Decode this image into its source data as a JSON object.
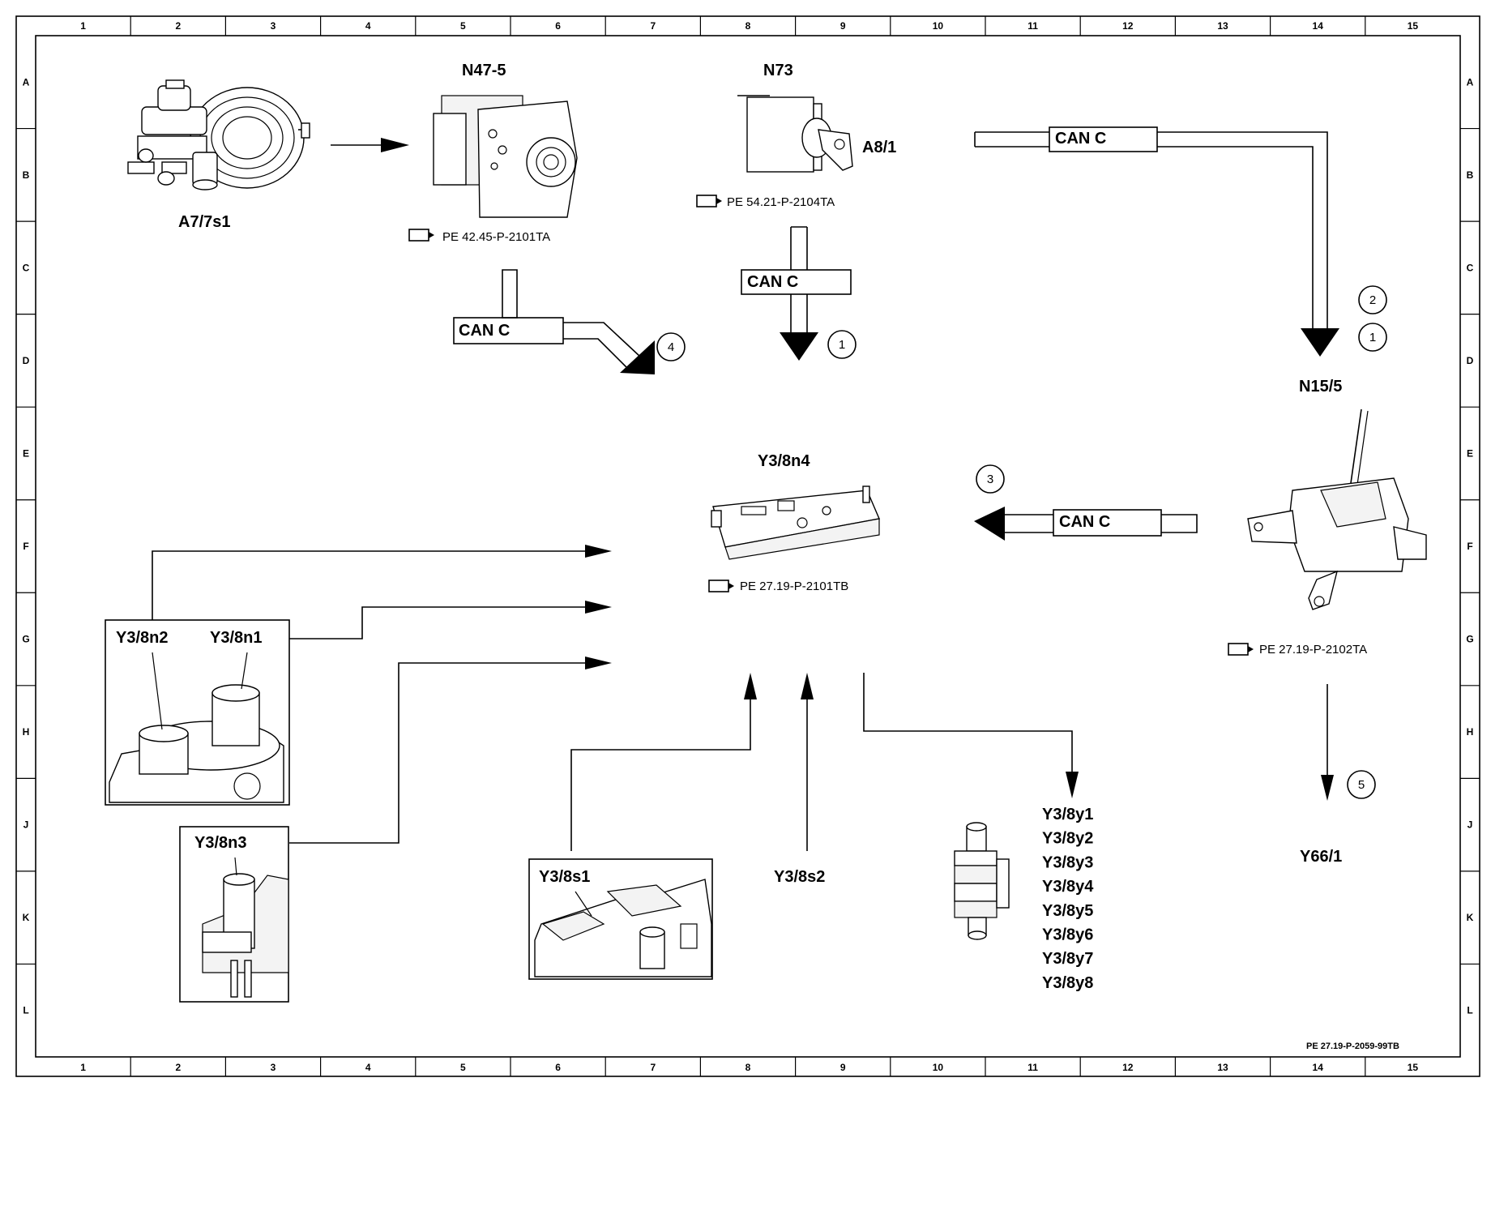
{
  "grid": {
    "columns": [
      "1",
      "2",
      "3",
      "4",
      "5",
      "6",
      "7",
      "8",
      "9",
      "10",
      "11",
      "12",
      "13",
      "14",
      "15"
    ],
    "rows": [
      "A",
      "B",
      "C",
      "D",
      "E",
      "F",
      "G",
      "H",
      "J",
      "K",
      "L"
    ]
  },
  "components": {
    "a7_7s1": "A7/7s1",
    "n47_5": "N47-5",
    "n73": "N73",
    "a8_1": "A8/1",
    "n15_5": "N15/5",
    "y3_8n4": "Y3/8n4",
    "y3_8n2": "Y3/8n2",
    "y3_8n1": "Y3/8n1",
    "y3_8n3": "Y3/8n3",
    "y3_8s1": "Y3/8s1",
    "y3_8s2": "Y3/8s2",
    "y66_1": "Y66/1",
    "solenoids": [
      "Y3/8y1",
      "Y3/8y2",
      "Y3/8y3",
      "Y3/8y4",
      "Y3/8y5",
      "Y3/8y6",
      "Y3/8y7",
      "Y3/8y8"
    ]
  },
  "references": {
    "n47_5": "PE 42.45-P-2101TA",
    "n73": "PE 54.21-P-2104TA",
    "y3_8n4": "PE 27.19-P-2101TB",
    "n15_5": "PE 27.19-P-2102TA"
  },
  "bus_labels": {
    "can_top_right": "CAN C",
    "can_n73": "CAN C",
    "can_n47": "CAN C",
    "can_n15": "CAN C"
  },
  "markers": {
    "m1_center": "1",
    "m4": "4",
    "m2": "2",
    "m1_right": "1",
    "m3": "3",
    "m5": "5"
  },
  "footer": {
    "doc_code": "PE 27.19-P-2059-99TB"
  }
}
